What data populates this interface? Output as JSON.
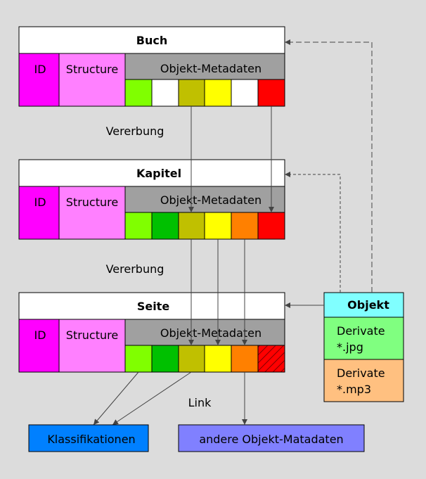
{
  "blocks": [
    {
      "title": "Buch",
      "id_label": "ID",
      "structure_label": "Structure",
      "meta_label": "Objekt-Metadaten",
      "swatches": [
        "#80ff00",
        "#ffffff",
        "#c0c000",
        "#ffff00",
        "#ffffff",
        "#ff0000"
      ]
    },
    {
      "title": "Kapitel",
      "id_label": "ID",
      "structure_label": "Structure",
      "meta_label": "Objekt-Metadaten",
      "swatches": [
        "#80ff00",
        "#00c000",
        "#c0c000",
        "#ffff00",
        "#ff8000",
        "#ff0000"
      ]
    },
    {
      "title": "Seite",
      "id_label": "ID",
      "structure_label": "Structure",
      "meta_label": "Objekt-Metadaten",
      "swatches": [
        "#80ff00",
        "#00c000",
        "#c0c000",
        "#ffff00",
        "#ff8000",
        "hatched-red"
      ]
    }
  ],
  "inheritance_labels": [
    "Vererbung",
    "Vererbung"
  ],
  "link_label": "Link",
  "objekt": {
    "title": "Objekt",
    "derivate_jpg": [
      "Derivate",
      "*.jpg"
    ],
    "derivate_mp3": [
      "Derivate",
      "*.mp3"
    ]
  },
  "targets": {
    "klassifikationen": "Klassifikationen",
    "andere_metadaten": "andere Objekt-Matadaten"
  },
  "colors": {
    "background": "#dcdcdc",
    "id_magenta": "#ff00ff",
    "structure_pink": "#ff80ff",
    "meta_gray": "#a0a0a0",
    "objekt_cyan": "#80ffff",
    "derivate_green": "#80ff80",
    "derivate_orange": "#ffc080",
    "klassifikationen_blue": "#0080ff",
    "andere_purple": "#8080ff"
  }
}
